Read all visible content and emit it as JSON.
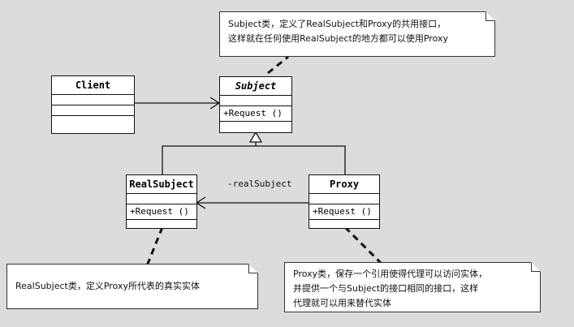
{
  "classes": {
    "client": {
      "name": "Client"
    },
    "subject": {
      "name": "Subject",
      "operation": "+Request ()"
    },
    "real_subject": {
      "name": "RealSubject",
      "operation": "+Request ()"
    },
    "proxy": {
      "name": "Proxy",
      "operation": "+Request ()"
    }
  },
  "association_label": "-realSubject",
  "notes": {
    "subject_note": {
      "line1": "Subject类，定义了RealSubject和Proxy的共用接口，",
      "line2": "这样就在任何使用RealSubject的地方都可以使用Proxy"
    },
    "real_subject_note": {
      "line1": "RealSubject类，定义Proxy所代表的真实实体"
    },
    "proxy_note": {
      "line1": "Proxy类，保存一个引用使得代理可以访问实体，",
      "line2": "并提供一个与Subject的接口相同的接口，这样",
      "line3": "代理就可以用来替代实体"
    }
  },
  "colors": {
    "background": "#dcdcdc",
    "box": "#ffffff",
    "line": "#111111"
  }
}
